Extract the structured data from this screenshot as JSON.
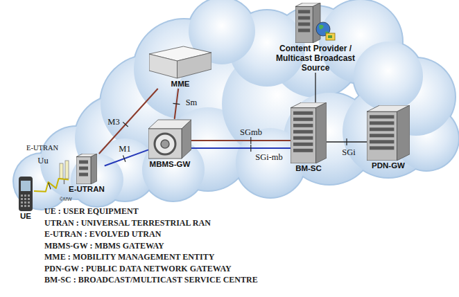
{
  "diagram": {
    "nodes": [
      {
        "text": [
          "UE"
        ]
      },
      {
        "text": [
          "E-UTRAN"
        ]
      },
      {
        "text": [
          "MME"
        ]
      },
      {
        "text": [
          "MBMS-GW"
        ]
      },
      {
        "text": [
          "Content Provider / Multicast Broadcast Source"
        ]
      },
      {
        "text": [
          "BM-SC"
        ]
      },
      {
        "text": [
          "PDN-GW"
        ]
      }
    ],
    "edges": [
      {
        "from": 0,
        "to": 1,
        "label": "Uu",
        "arrow": "none"
      },
      {
        "from": 1,
        "to": 2,
        "label": "M3",
        "arrow": "none"
      },
      {
        "from": 1,
        "to": 3,
        "label": "M1",
        "arrow": "none"
      },
      {
        "from": 2,
        "to": 3,
        "label": "Sm",
        "arrow": "none"
      },
      {
        "from": 3,
        "to": 5,
        "label": "SGmb",
        "arrow": "none"
      },
      {
        "from": 3,
        "to": 5,
        "label": "SGi-mb",
        "arrow": "none"
      },
      {
        "from": 4,
        "to": 5,
        "arrow": "none"
      },
      {
        "from": 5,
        "to": 6,
        "label": "SGi",
        "arrow": "none"
      }
    ],
    "labels": [
      "E-UTRAN",
      "©MW",
      "UE : USER EQUIPMENT",
      "UTRAN : UNIVERSAL TERRESTRIAL RAN",
      "E-UTRAN : EVOLVED UTRAN",
      "MBMS-GW : MBMS GATEWAY",
      "MME : MOBILITY MANAGEMENT ENTITY",
      "PDN-GW : PUBLIC DATA NETWORK GATEWAY",
      "BM-SC : BROADCAST/MULTICAST SERVICE CENTRE"
    ]
  }
}
